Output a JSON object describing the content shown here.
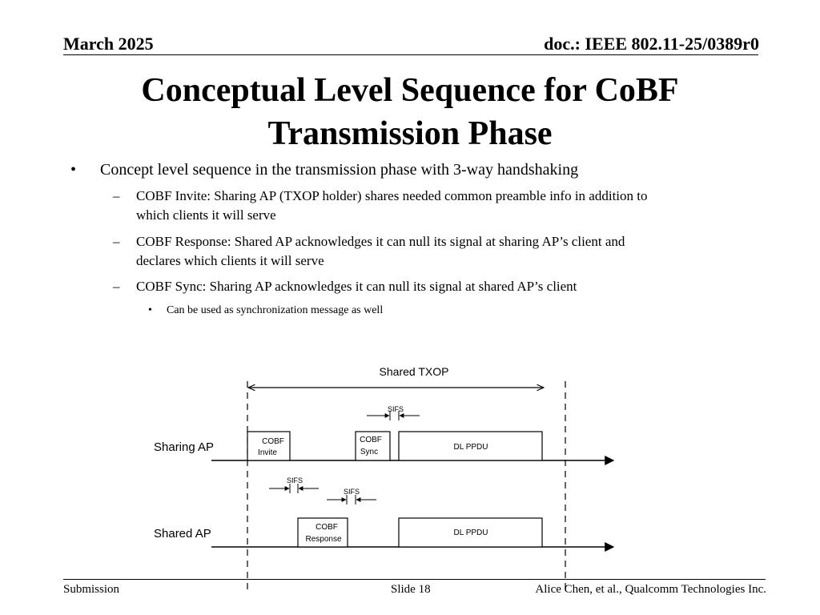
{
  "header": {
    "date": "March 2025",
    "doc": "doc.: IEEE 802.11-25/0389r0"
  },
  "title": {
    "line1": "Conceptual Level Sequence for CoBF",
    "line2": "Transmission Phase"
  },
  "bullets": {
    "main": "Concept level sequence in the transmission phase with 3-way handshaking",
    "sub": [
      {
        "line1": "COBF Invite: Sharing AP (TXOP holder) shares needed common preamble info in addition to",
        "line2": "which clients it will serve"
      },
      {
        "line1": "COBF Response: Shared AP acknowledges it can null its signal at sharing AP’s client and",
        "line2": "declares which clients it will serve"
      },
      {
        "line1": "COBF Sync: Sharing AP acknowledges it can null its signal at shared AP’s client"
      }
    ],
    "subsub": "Can be used as synchronization message as well",
    "bullet_symbol": "•",
    "dash_symbol": "–"
  },
  "diagram": {
    "shared_txop": "Shared TXOP",
    "sharing_ap": "Sharing AP",
    "shared_ap": "Shared AP",
    "cobf_invite": [
      "COBF",
      "Invite"
    ],
    "cobf_sync": [
      "COBF",
      "Sync"
    ],
    "cobf_response": [
      "COBF",
      "Response"
    ],
    "dl_ppdu": "DL PPDU",
    "sifs": "SIFS"
  },
  "footer": {
    "left": "Submission",
    "center": "Slide 18",
    "right": "Alice Chen, et al., Qualcomm Technologies Inc."
  }
}
